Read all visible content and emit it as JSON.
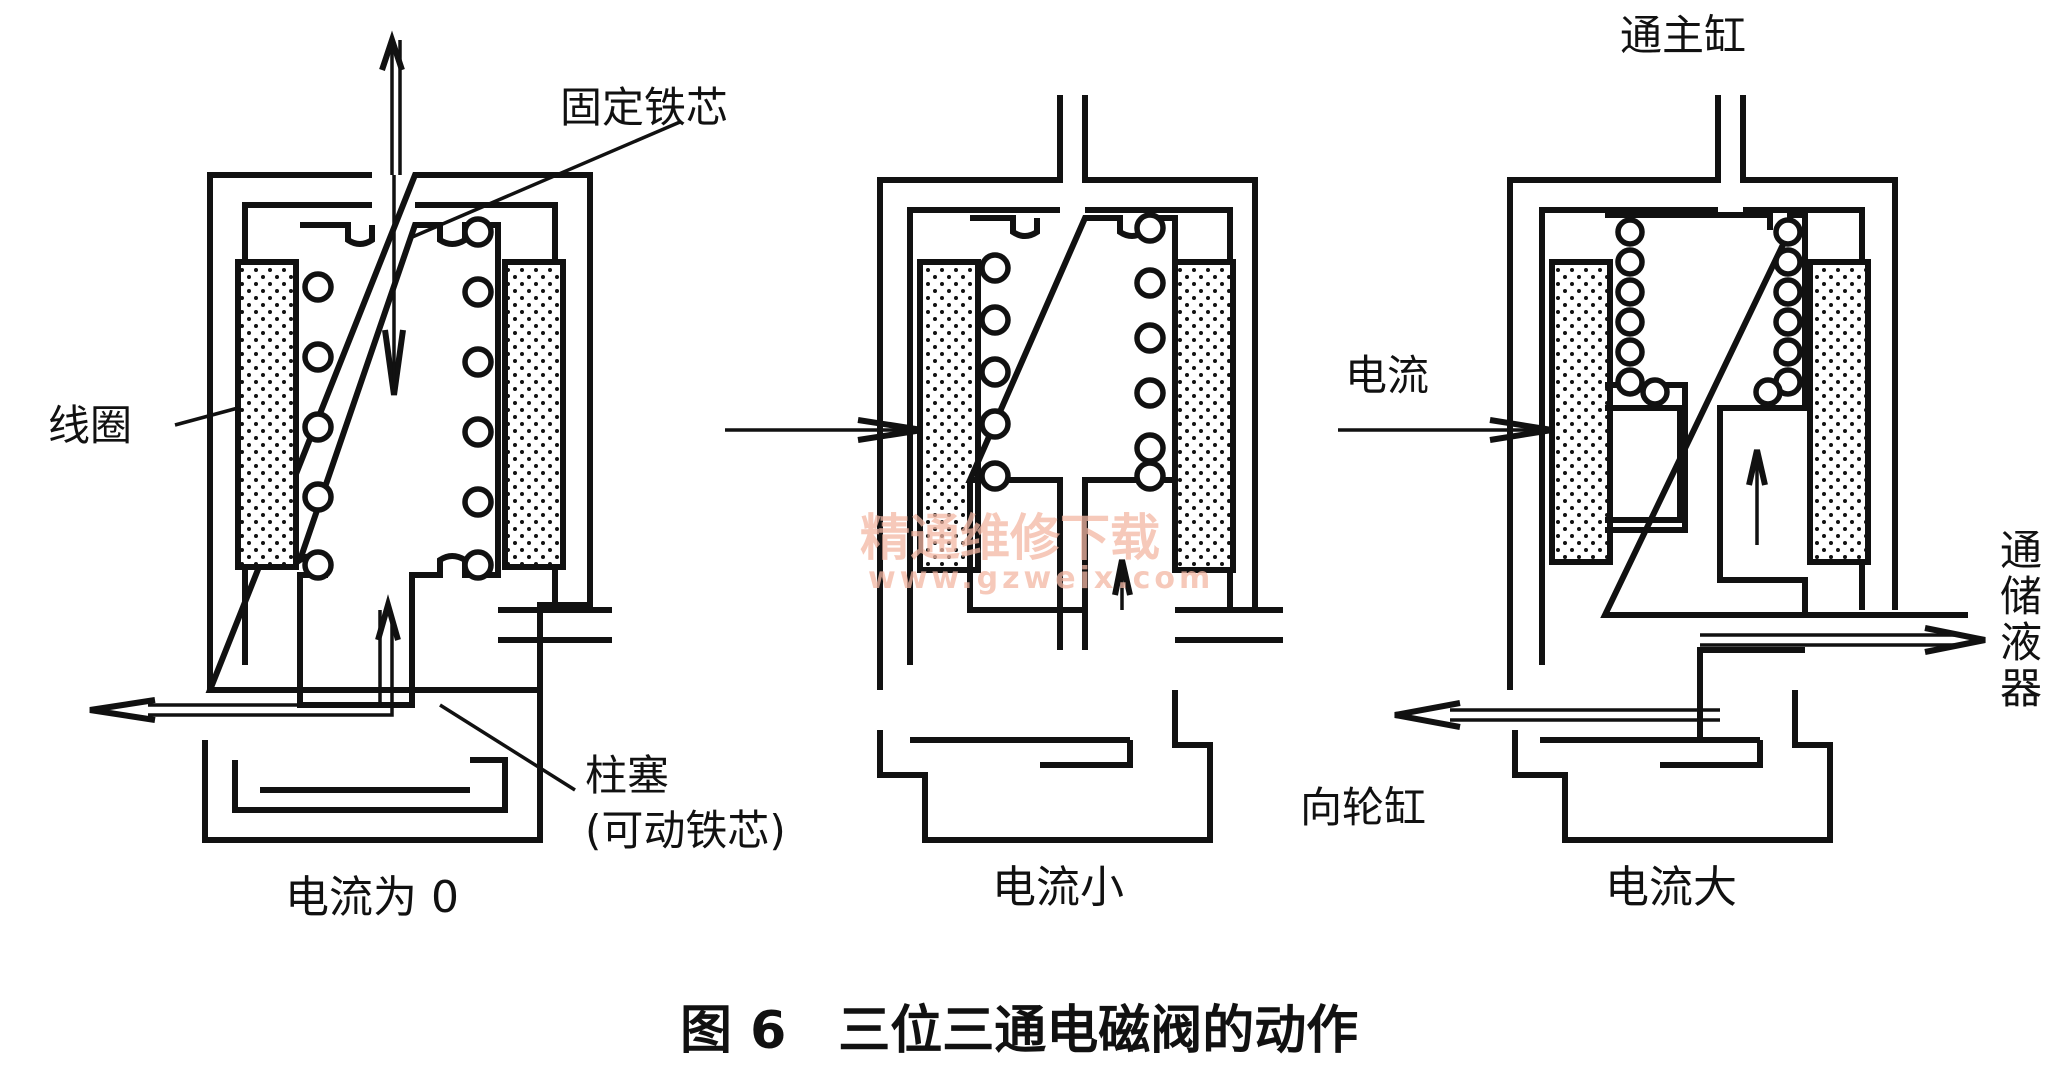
{
  "labels": {
    "fixed_core": "固定铁芯",
    "coil": "线圈",
    "plunger": "柱塞",
    "plunger_note": "(可动铁芯)",
    "to_master": "通主缸",
    "current": "电流",
    "to_reservoir": "通储液器",
    "to_wheel": "向轮缸"
  },
  "panels": [
    {
      "caption": "电流为 0"
    },
    {
      "caption": "电流小"
    },
    {
      "caption": "电流大"
    }
  ],
  "figure_title": "图 6　三位三通电磁阀的动作",
  "watermark": {
    "line1": "精通维修下载",
    "line2": "www.gzweix.com"
  }
}
